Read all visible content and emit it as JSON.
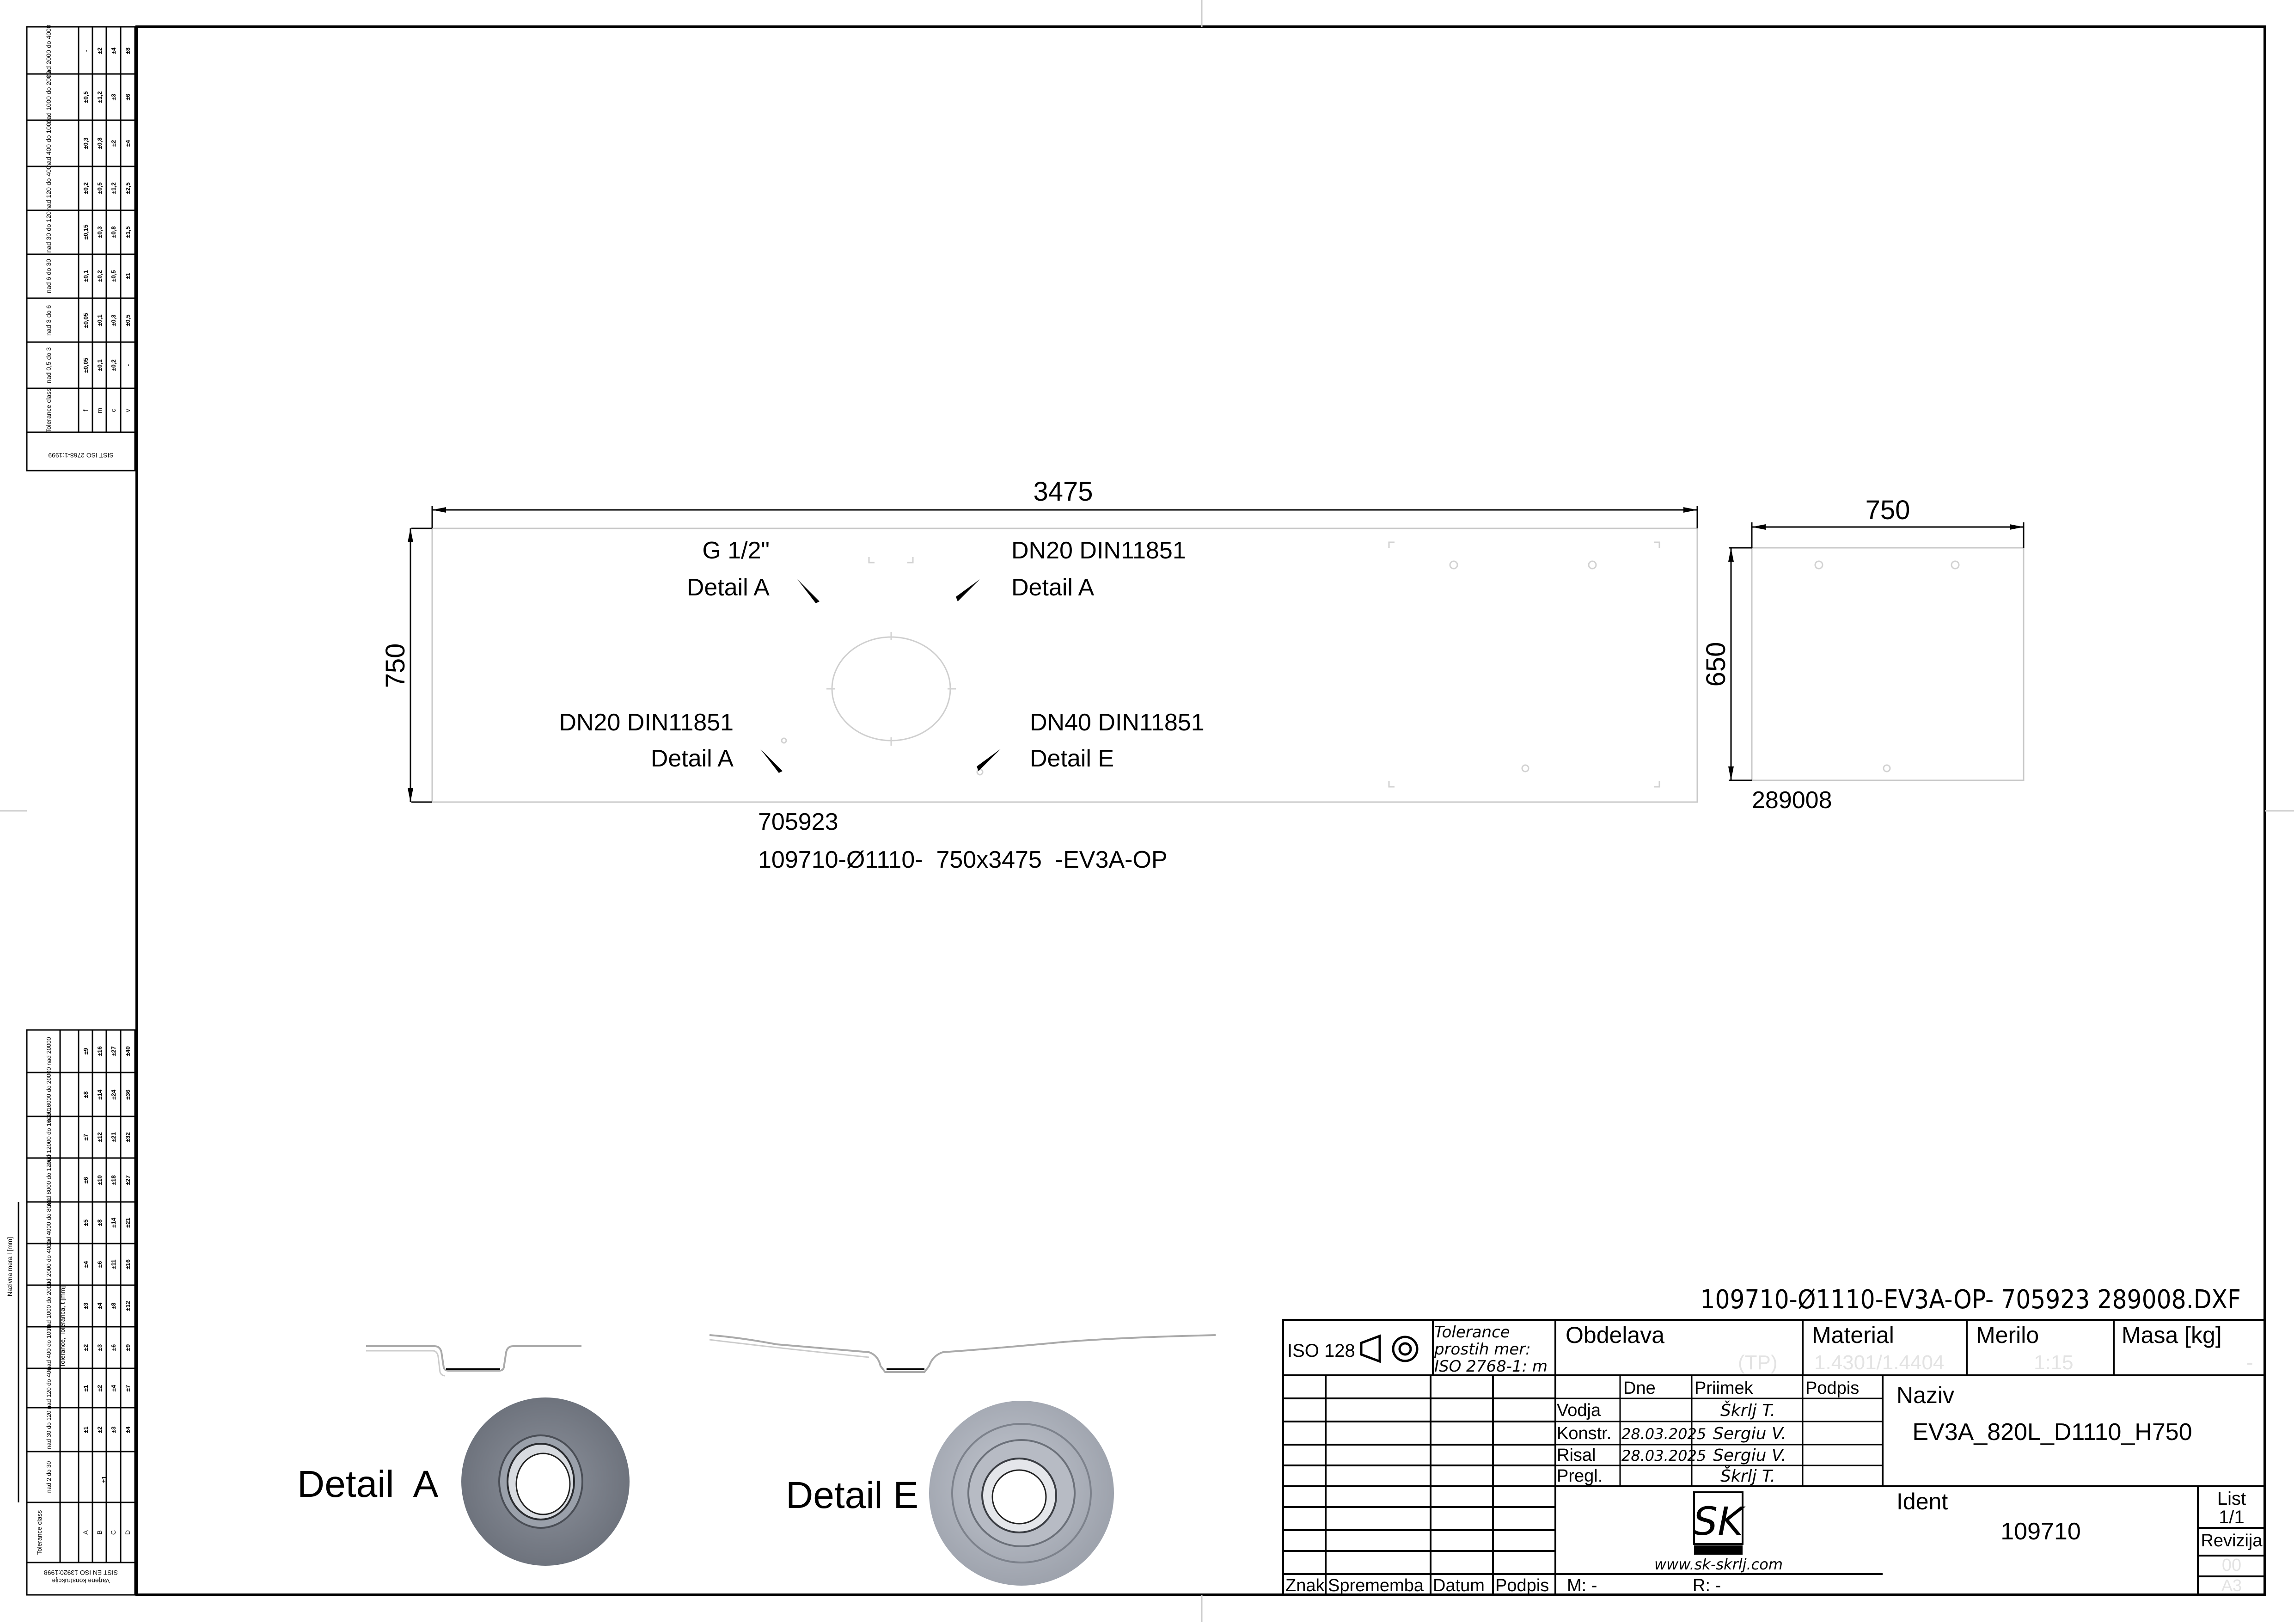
{
  "views": {
    "main": {
      "width_dim": "3475",
      "height_dim": "750",
      "callouts": [
        {
          "line1": "G 1/2\"",
          "line2": "Detail A"
        },
        {
          "line1": "DN20 DIN11851",
          "line2": "Detail A"
        },
        {
          "line1": "DN20 DIN11851",
          "line2": "Detail A"
        },
        {
          "line1": "DN40 DIN11851",
          "line2": "Detail E"
        }
      ],
      "label_1": "705923",
      "label_2": "109710-Ø1110-  750x3475  -EV3A-OP"
    },
    "side": {
      "width_dim": "750",
      "height_dim": "650",
      "label": "289008"
    },
    "details": [
      {
        "label": "Detail  A"
      },
      {
        "label": "Detail E"
      }
    ]
  },
  "filename": "109710-Ø1110-EV3A-OP- 705923 289008.DXF",
  "title_block": {
    "iso": "ISO 128",
    "tolerance": [
      "Tolerance",
      "prostih mer:",
      "ISO 2768-1: m"
    ],
    "obdelava_label": "Obdelava",
    "obdelava_value": "(TP)",
    "material_label": "Material",
    "material_value": "1.4301/1.4404",
    "merilo_label": "Merilo",
    "merilo_value": "1:15",
    "masa_label": "Masa [kg]",
    "masa_value": "-",
    "col_dne": "Dne",
    "col_priimek": "Priimek",
    "col_podpis": "Podpis",
    "rows": [
      {
        "role": "Vodja",
        "date": "",
        "name": "Škrlj T."
      },
      {
        "role": "Konstr.",
        "date": "28.03.2025",
        "name": "Sergiu V."
      },
      {
        "role": "Risal",
        "date": "28.03.2025",
        "name": "Sergiu V."
      },
      {
        "role": "Pregl.",
        "date": "",
        "name": "Škrlj T."
      }
    ],
    "naziv_label": "Naziv",
    "naziv_value": "EV3A_820L_D1110_H750",
    "ident_label": "Ident",
    "ident_value": "109710",
    "list_label": "List",
    "list_value": "1/1",
    "revizija_label": "Revizija",
    "revizija_value": "00",
    "size_value": "A3",
    "website": "www.sk-skrlj.com",
    "logo_text": "SK",
    "m_label": "M: -",
    "r_label": "R: -",
    "rev_cols": [
      "Znak",
      "Sprememba",
      "Datum",
      "Podpis"
    ]
  },
  "tolerance_tables": {
    "top": {
      "standard": "SIST ISO 2768-1:1999",
      "class_header": "Tolerance class",
      "ranges": [
        "nad 0,5 do 3",
        "nad 3 do 6",
        "nad 6 do 30",
        "nad 30 do 120",
        "nad 120 do 400",
        "nad 400 do 1000",
        "nad 1000 do 2000",
        "nad 2000 do 4000"
      ],
      "classes": [
        "f",
        "m",
        "c",
        "v"
      ],
      "values": [
        [
          "±0,05",
          "±0,1",
          "±0,2",
          "-"
        ],
        [
          "±0,05",
          "±0,1",
          "±0,3",
          "±0,5"
        ],
        [
          "±0,1",
          "±0,2",
          "±0,5",
          "±1"
        ],
        [
          "±0,15",
          "±0,3",
          "±0,8",
          "±1,5"
        ],
        [
          "±0,2",
          "±0,5",
          "±1,2",
          "±2,5"
        ],
        [
          "±0,3",
          "±0,8",
          "±2",
          "±4"
        ],
        [
          "±0,5",
          "±1,2",
          "±3",
          "±6"
        ],
        [
          "-",
          "±2",
          "±4",
          "±8"
        ]
      ]
    },
    "bottom": {
      "standard": "SIST EN ISO 13920:1998",
      "title": "Varjene konstrukcije",
      "class_header": "Tolerance class",
      "side_label_1": "Nazivna mera l [mm]",
      "side_label_2": "Tolerance, Toleranca, t [mm]",
      "ranges": [
        "nad 2 do 30",
        "nad 30 do 120",
        "nad 120 do 400",
        "nad 400 do 1000",
        "nad 1000 do 2000",
        "nad 2000 do 4000",
        "nad 4000 do 8000",
        "nad 8000 do 12000",
        "nad 12000 do 16000",
        "nad 16000 do 20000",
        "nad 20000"
      ],
      "classes": [
        "A",
        "B",
        "C",
        "D"
      ],
      "first_col": "±1",
      "values": [
        [
          "±1",
          "±2",
          "±3",
          "±4"
        ],
        [
          "±1",
          "±2",
          "±4",
          "±7"
        ],
        [
          "±2",
          "±3",
          "±6",
          "±9"
        ],
        [
          "±3",
          "±4",
          "±8",
          "±12"
        ],
        [
          "±4",
          "±6",
          "±11",
          "±16"
        ],
        [
          "±5",
          "±8",
          "±14",
          "±21"
        ],
        [
          "±6",
          "±10",
          "±18",
          "±27"
        ],
        [
          "±7",
          "±12",
          "±21",
          "±32"
        ],
        [
          "±8",
          "±14",
          "±24",
          "±36"
        ],
        [
          "±9",
          "±16",
          "±27",
          "±40"
        ]
      ]
    }
  }
}
